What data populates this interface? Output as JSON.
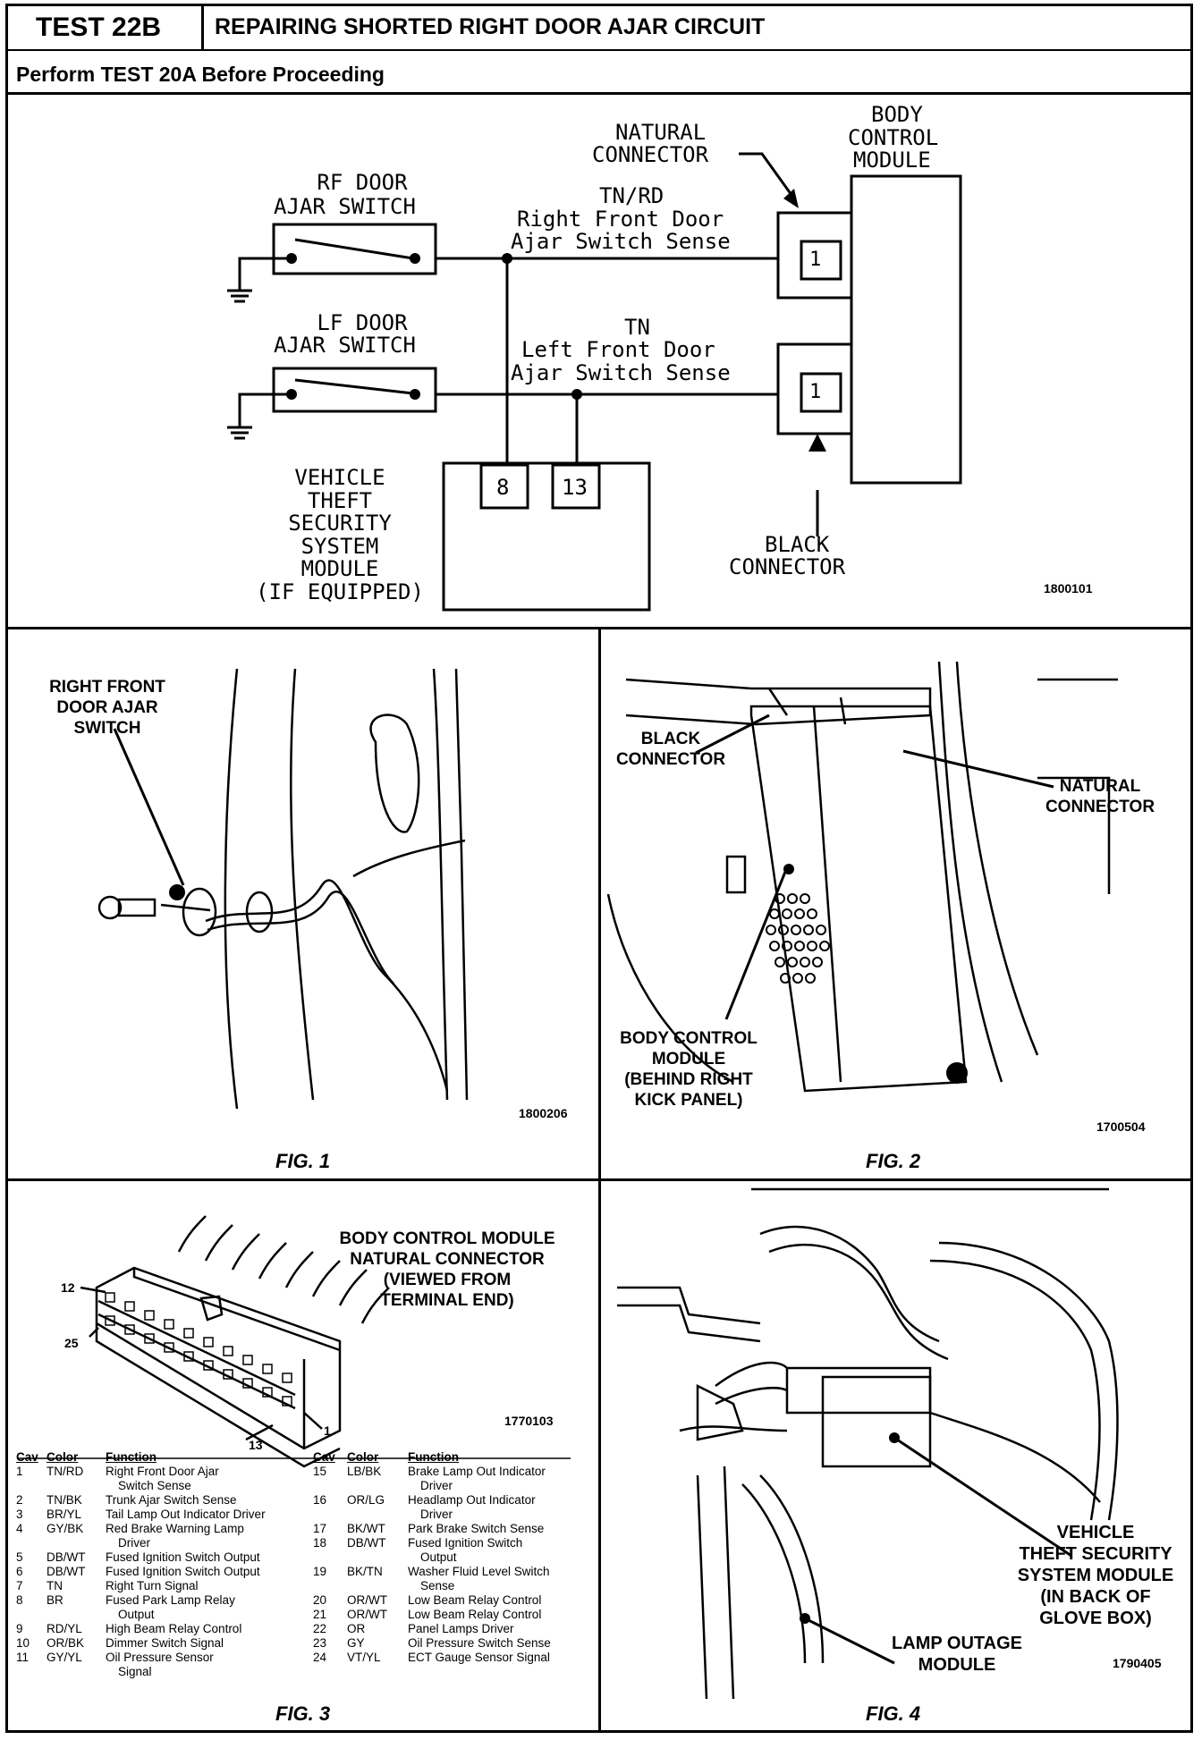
{
  "header": {
    "test_id": "TEST 22B",
    "title": "REPAIRING SHORTED RIGHT DOOR AJAR CIRCUIT",
    "prerequisite": "Perform TEST 20A Before Proceeding"
  },
  "schematic": {
    "rf_switch_label": [
      "RF DOOR",
      "AJAR SWITCH"
    ],
    "lf_switch_label": [
      "LF DOOR",
      "AJAR SWITCH"
    ],
    "rf_wire": [
      "TN/RD",
      "Right Front Door",
      "Ajar Switch Sense"
    ],
    "lf_wire": [
      "TN",
      "Left Front Door",
      "Ajar Switch Sense"
    ],
    "natural_connector": [
      "NATURAL",
      "CONNECTOR"
    ],
    "bcm": [
      "BODY",
      "CONTROL",
      "MODULE"
    ],
    "black_connector": [
      "BLACK",
      "CONNECTOR"
    ],
    "vtss": [
      "VEHICLE",
      "THEFT",
      "SECURITY",
      "SYSTEM",
      "MODULE",
      "(IF EQUIPPED)"
    ],
    "pin_rf": "1",
    "pin_lf": "1",
    "pin_8": "8",
    "pin_13": "13",
    "ref": "1800101"
  },
  "fig1": {
    "label": [
      "RIGHT FRONT",
      "DOOR AJAR",
      "SWITCH"
    ],
    "ref": "1800206",
    "caption": "FIG. 1"
  },
  "fig2": {
    "black_connector": [
      "BLACK",
      "CONNECTOR"
    ],
    "natural_connector": [
      "NATURAL",
      "CONNECTOR"
    ],
    "bcm": [
      "BODY CONTROL",
      "MODULE",
      "(BEHIND RIGHT",
      "KICK PANEL)"
    ],
    "ref": "1700504",
    "caption": "FIG. 2"
  },
  "fig3": {
    "title": [
      "BODY CONTROL MODULE",
      "NATURAL CONNECTOR",
      "(VIEWED FROM",
      "TERMINAL END)"
    ],
    "pin_labels": {
      "p12": "12",
      "p25": "25",
      "p13": "13",
      "p1": "1"
    },
    "ref": "1770103",
    "caption": "FIG. 3",
    "headers": [
      "Cav",
      "Color",
      "Function"
    ],
    "left_rows": [
      [
        "1",
        "TN/RD",
        "Right Front Door Ajar",
        "Switch Sense"
      ],
      [
        "2",
        "TN/BK",
        "Trunk Ajar Switch Sense",
        ""
      ],
      [
        "3",
        "BR/YL",
        "Tail Lamp Out Indicator Driver",
        ""
      ],
      [
        "4",
        "GY/BK",
        "Red Brake Warning Lamp",
        "Driver"
      ],
      [
        "5",
        "DB/WT",
        "Fused Ignition Switch Output",
        ""
      ],
      [
        "6",
        "DB/WT",
        "Fused Ignition Switch Output",
        ""
      ],
      [
        "7",
        "TN",
        "Right Turn Signal",
        ""
      ],
      [
        "8",
        "BR",
        "Fused Park Lamp Relay",
        "Output"
      ],
      [
        "9",
        "RD/YL",
        "High Beam Relay Control",
        ""
      ],
      [
        "10",
        "OR/BK",
        "Dimmer Switch Signal",
        ""
      ],
      [
        "11",
        "GY/YL",
        "Oil Pressure Sensor",
        "Signal"
      ]
    ],
    "right_rows": [
      [
        "15",
        "LB/BK",
        "Brake Lamp Out Indicator",
        "Driver"
      ],
      [
        "16",
        "OR/LG",
        "Headlamp Out Indicator",
        "Driver"
      ],
      [
        "17",
        "BK/WT",
        "Park Brake Switch Sense",
        ""
      ],
      [
        "18",
        "DB/WT",
        "Fused Ignition Switch",
        "Output"
      ],
      [
        "19",
        "BK/TN",
        "Washer Fluid Level Switch",
        "Sense"
      ],
      [
        "20",
        "OR/WT",
        "Low Beam Relay Control",
        ""
      ],
      [
        "21",
        "OR/WT",
        "Low Beam Relay Control",
        ""
      ],
      [
        "22",
        "OR",
        "Panel Lamps Driver",
        ""
      ],
      [
        "23",
        "GY",
        "Oil Pressure Switch Sense",
        ""
      ],
      [
        "24",
        "VT/YL",
        "ECT Gauge Sensor Signal",
        ""
      ]
    ]
  },
  "fig4": {
    "vtss": [
      "VEHICLE",
      "THEFT SECURITY",
      "SYSTEM MODULE",
      "(IN BACK OF",
      "GLOVE BOX)"
    ],
    "lamp_outage": [
      "LAMP OUTAGE",
      "MODULE"
    ],
    "ref": "1790405",
    "caption": "FIG. 4"
  }
}
